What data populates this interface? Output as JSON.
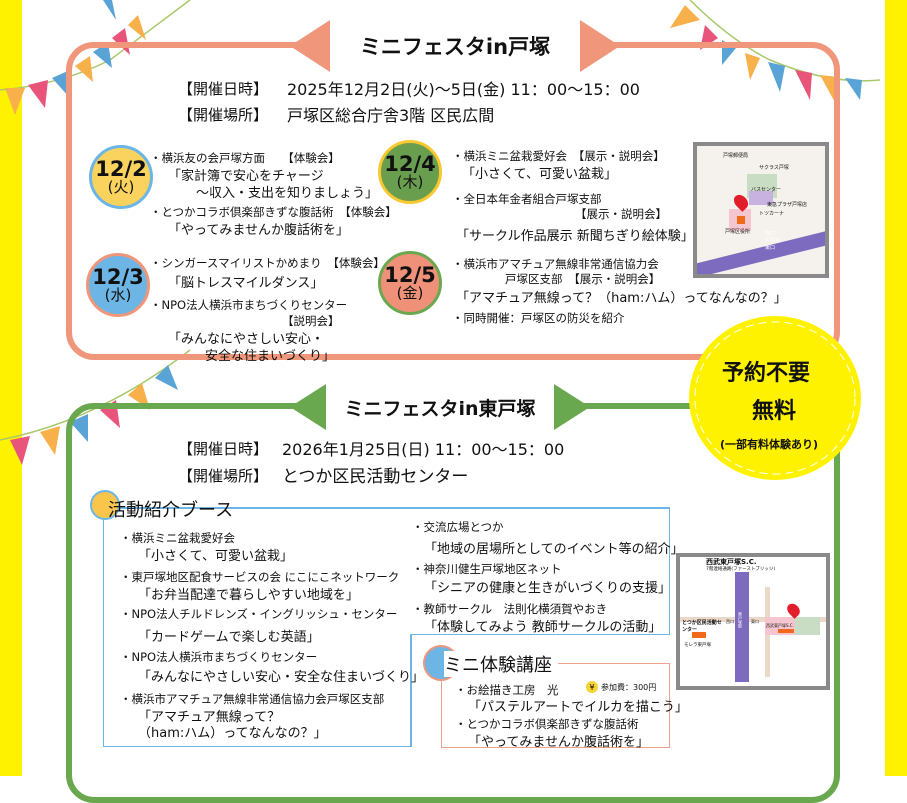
{
  "colors": {
    "yellow": "#fff200",
    "orange": "#f0967a",
    "green": "#6aa84f",
    "blue": "#6cb5e5"
  },
  "totsuka": {
    "title": "ミニフェスタin戸塚",
    "date_label": "【開催日時】",
    "date_value": "2025年12月2日(火)～5日(金)  11：00～15：00",
    "place_label": "【開催場所】",
    "place_value": "戸塚区総合庁舎3階  区民広間",
    "days": [
      {
        "date": "12/2",
        "weekday": "(火)",
        "lines": [
          "・横浜友の会戸塚方面　　【体験会】",
          "「家計簿で安心をチャージ",
          "～収入・支出を知りましょう」",
          "・とつかコラボ倶楽部きずな腹話術　【体験会】",
          "「やってみませんか腹話術を」"
        ]
      },
      {
        "date": "12/3",
        "weekday": "(水)",
        "lines": [
          "・シンガースマイリストかめまり　【体験会】",
          "「脳トレスマイルダンス」",
          "・NPO法人横浜市まちづくりセンター",
          "【説明会】",
          "「みんなにやさしい安心・",
          "安全な住まいづくり」"
        ]
      },
      {
        "date": "12/4",
        "weekday": "(木)",
        "lines": [
          "・横浜ミニ盆栽愛好会　【展示・説明会】",
          "「小さくて、可愛い盆栽」",
          "・全日本年金者組合戸塚支部",
          "【展示・説明会】",
          "「サークル作品展示 新聞ちぎり絵体験」"
        ]
      },
      {
        "date": "12/5",
        "weekday": "(金)",
        "lines": [
          "・横浜市アマチュア無線非常通信協力会",
          "戸塚区支部　【展示・説明会】",
          "「アマチュア無線って？（ham:ハム）ってなんなの？」",
          "・同時開催：戸塚区の防災を紹介"
        ]
      }
    ],
    "map_labels": [
      "戸塚郵便局",
      "サクラス戸塚",
      "バスセンター",
      "東急プラザ戸塚店",
      "トツカーナ",
      "戸塚区役所",
      "西口",
      "戸塚駅",
      "東口"
    ]
  },
  "badge": {
    "line1": "予約不要",
    "line2": "無料",
    "note": "(一部有料体験あり)"
  },
  "higashi": {
    "title": "ミニフェスタin東戸塚",
    "date_label": "【開催日時】",
    "date_value": "2026年1月25日(日)  11：00～15：00",
    "place_label": "【開催場所】",
    "place_value": "とつか区民活動センター",
    "booth_title": "活動紹介ブース",
    "booth_left": [
      "・横浜ミニ盆栽愛好会",
      "「小さくて、可愛い盆栽」",
      "・東戸塚地区配食サービスの会 にこにこネットワーク",
      "「お弁当配達で暮らしやすい地域を」",
      "・NPO法人チルドレンズ・イングリッシュ・センター",
      "「カードゲームで楽しむ英語」",
      "・NPO法人横浜市まちづくりセンター",
      "「みんなにやさしい安心・安全な住まいづくり」",
      "・横浜市アマチュア無線非常通信協力会戸塚区支部",
      "「アマチュア無線って？",
      "（ham:ハム）ってなんなの？」"
    ],
    "booth_right": [
      "・交流広場とつか",
      "「地域の居場所としてのイベント等の紹介」",
      "・神奈川健生戸塚地区ネット",
      "「シニアの健康と生きがいづくりの支援」",
      "・教師サークル　法則化横須賀やおき",
      "「体験してみよう  教師サークルの活動」"
    ],
    "mini_title": "ミニ体験講座",
    "mini_items": [
      "・お絵描き工房　光",
      "「パステルアートでイルカを描こう」",
      "・とつかコラボ倶楽部きずな腹話術",
      "「やってみませんか腹話術を」"
    ],
    "fee_icon": "¥",
    "fee": "参加費：300円",
    "map_labels": [
      "西武東戸塚S.C.",
      "7階連絡通路(ファーストブリッジ)",
      "とつか区民活動センター",
      "モレラ東戸塚",
      "東戸塚駅",
      "西口",
      "東口",
      "西武東戸塚S.C."
    ]
  }
}
